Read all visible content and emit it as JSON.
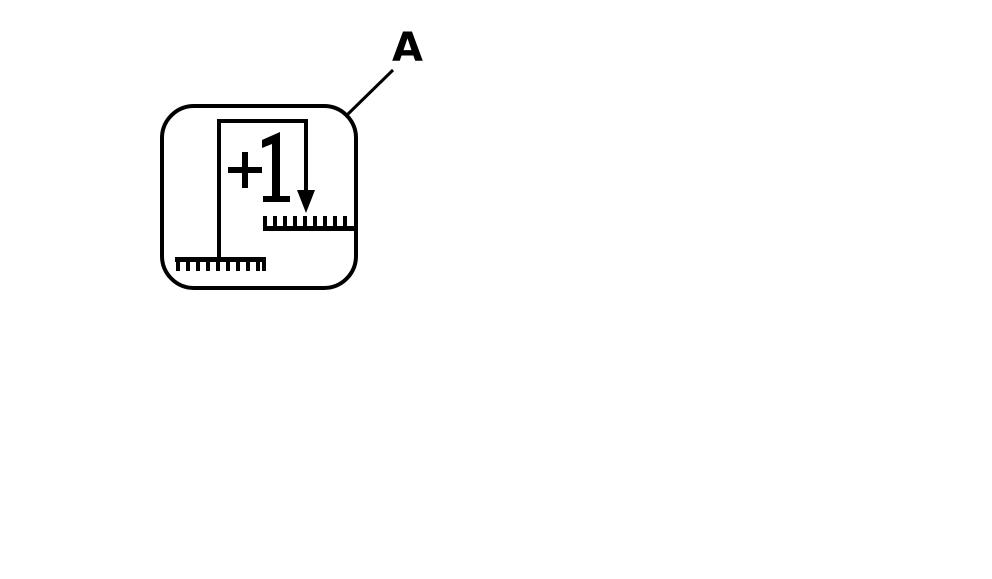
{
  "diagram": {
    "callout": {
      "label": "A"
    },
    "icon": {
      "name": "level-offset-plus-one",
      "text": "+1",
      "description": "Rounded-square symbol showing a bracket from a lower hatched ground line up and over to a higher hatched ground line with a downward arrow, labeled +1"
    },
    "colors": {
      "stroke": "#000000",
      "background": "#ffffff"
    }
  }
}
